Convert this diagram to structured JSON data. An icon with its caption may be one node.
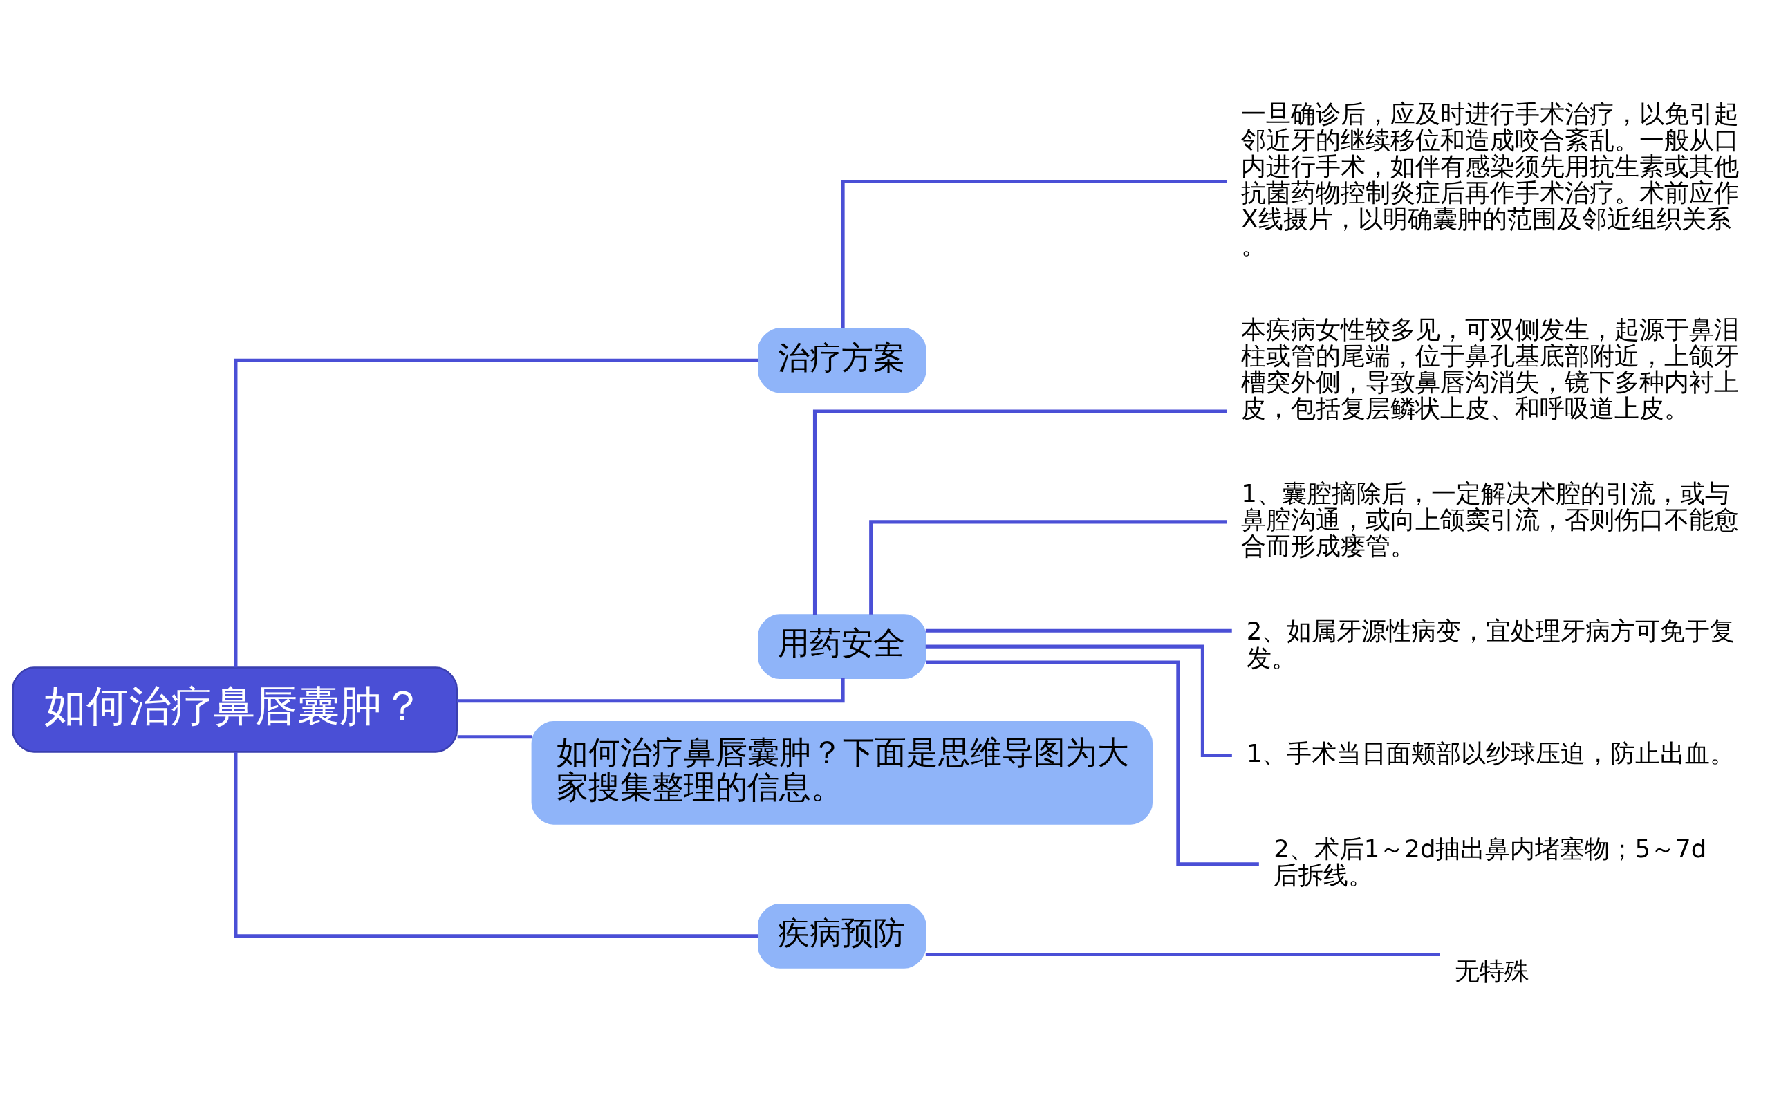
{
  "diagram": {
    "nodes": [
      {
        "text": [
          "如何治疗鼻唇囊肿？"
        ]
      },
      {
        "text": [
          "治疗方案"
        ]
      },
      {
        "text": [
          "一旦确诊后，应及时进行手术治疗，以免引起邻近牙的继续移位和造成咬合紊乱。一般从口内进行手术，如伴有感染须先用抗生素或其他抗菌药物控制炎症后再作手术治疗。术前应作X线摄片，以明确囊肿的范围及邻近组织关系。"
        ]
      },
      {
        "text": [
          "用药安全"
        ]
      },
      {
        "text": [
          "本疾病女性较多见，可双侧发生，起源于鼻泪柱或管的尾端，位于鼻孔基底部附近，上颌牙槽突外侧，导致鼻唇沟消失，镜下多种内衬上皮，包括复层鳞状上皮、和呼吸道上皮。"
        ]
      },
      {
        "text": [
          "1、囊腔摘除后，一定解决术腔的引流，或与鼻腔沟通，或向上颌窦引流，否则伤口不能愈合而形成瘘管。"
        ]
      },
      {
        "text": [
          "2、如属牙源性病变，宜处理牙病方可免于复发。"
        ]
      },
      {
        "text": [
          "1、手术当日面颊部以纱球压迫，防止出血。"
        ]
      },
      {
        "text": [
          "2、术后1～2d抽出鼻内堵塞物；5～7d后拆线。"
        ]
      },
      {
        "text": [
          "如何治疗鼻唇囊肿？下面是思维导图为大家搜集整理的信息。"
        ]
      },
      {
        "text": [
          "疾病预防"
        ]
      },
      {
        "text": [
          "无特殊"
        ]
      }
    ],
    "edges": [
      {
        "from": 0,
        "to": 1,
        "arrow": "none"
      },
      {
        "from": 1,
        "to": 2,
        "arrow": "none"
      },
      {
        "from": 0,
        "to": 3,
        "arrow": "none"
      },
      {
        "from": 3,
        "to": 4,
        "arrow": "none"
      },
      {
        "from": 3,
        "to": 5,
        "arrow": "none"
      },
      {
        "from": 3,
        "to": 6,
        "arrow": "none"
      },
      {
        "from": 3,
        "to": 7,
        "arrow": "none"
      },
      {
        "from": 3,
        "to": 8,
        "arrow": "none"
      },
      {
        "from": 0,
        "to": 9,
        "arrow": "none"
      },
      {
        "from": 0,
        "to": 10,
        "arrow": "none"
      },
      {
        "from": 10,
        "to": 11,
        "arrow": "none"
      }
    ]
  }
}
